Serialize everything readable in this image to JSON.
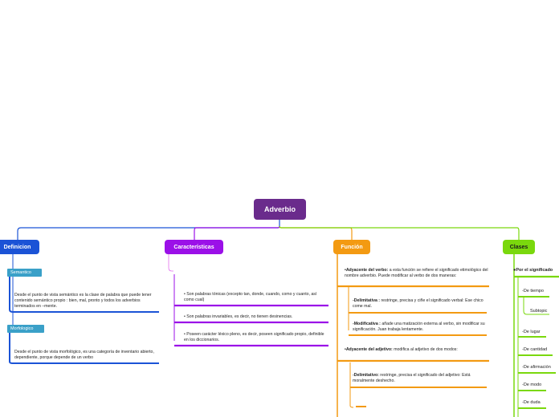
{
  "root": {
    "label": "Adverbio"
  },
  "branches": {
    "definicion": "Definicion",
    "caracteristicas": "Características",
    "funcion": "Función",
    "clases": "Clases"
  },
  "definicion": {
    "semantico_label": "Semantico",
    "semantico_text": "Desde el punto de vista semántico es la clase de palabra que puede tener contenido semántico propio : bien, mal, pronto y todos los adverbios terminados en –mente.",
    "morfologico_label": "Morfologico",
    "morfologico_text": "Desde el punto de vista morfológico, es una categoría de inventario abierto, dependiente, porque depende de un verbo"
  },
  "caracteristicas": {
    "item1": "•       Son palabras tónicas (excepto tan, donde, cuando, como y cuanto, así como cual)",
    "item2": "•       Son palabras invariables, es decir, no tienen desinencias.",
    "item3": "•       Poseen carácter léxico pleno, es decir, poseen significado propio, definible en los diccionarios."
  },
  "funcion": {
    "f1_head": "•Adyacente del verbo:",
    "f1_text": " a esta función se refiere el significado etimológico del nombre adverbio. Puede modificar al verbo de dos maneras:",
    "f1a_head": "-Delimitativa :",
    "f1a_text": " restringe, precisa y ciñe el significado verbal: Ese chico come mal.",
    "f1b_head": "-Modificativa :",
    "f1b_text": " añade una matización externa al verbo, sin modificar su significación. Juan trabaja lentamente.",
    "f2_head": "•Adyacente del adjetivo:",
    "f2_text": " modifica al adjetivo de dos modos:",
    "f2a_head": "-Delimitativo:",
    "f2a_text": " restringe, precisa el significado del adjetivo: Está moralmente deshecho."
  },
  "clases": {
    "por_significado": "●Por el significado",
    "tiempo": "-De tiempo",
    "subtopic": "Subtopic",
    "lugar": "-De lugar",
    "cantidad": "-De cantidad",
    "afirmacion": "-De afirmación",
    "modo": "-De modo",
    "duda": "-De duda"
  },
  "colors": {
    "root": "#6a2b8c",
    "definicion": "#1b53d6",
    "caracteristicas": "#9b10e8",
    "funcion": "#f39a12",
    "clases": "#7ad80d",
    "subtopic": "#3aa0c8"
  }
}
